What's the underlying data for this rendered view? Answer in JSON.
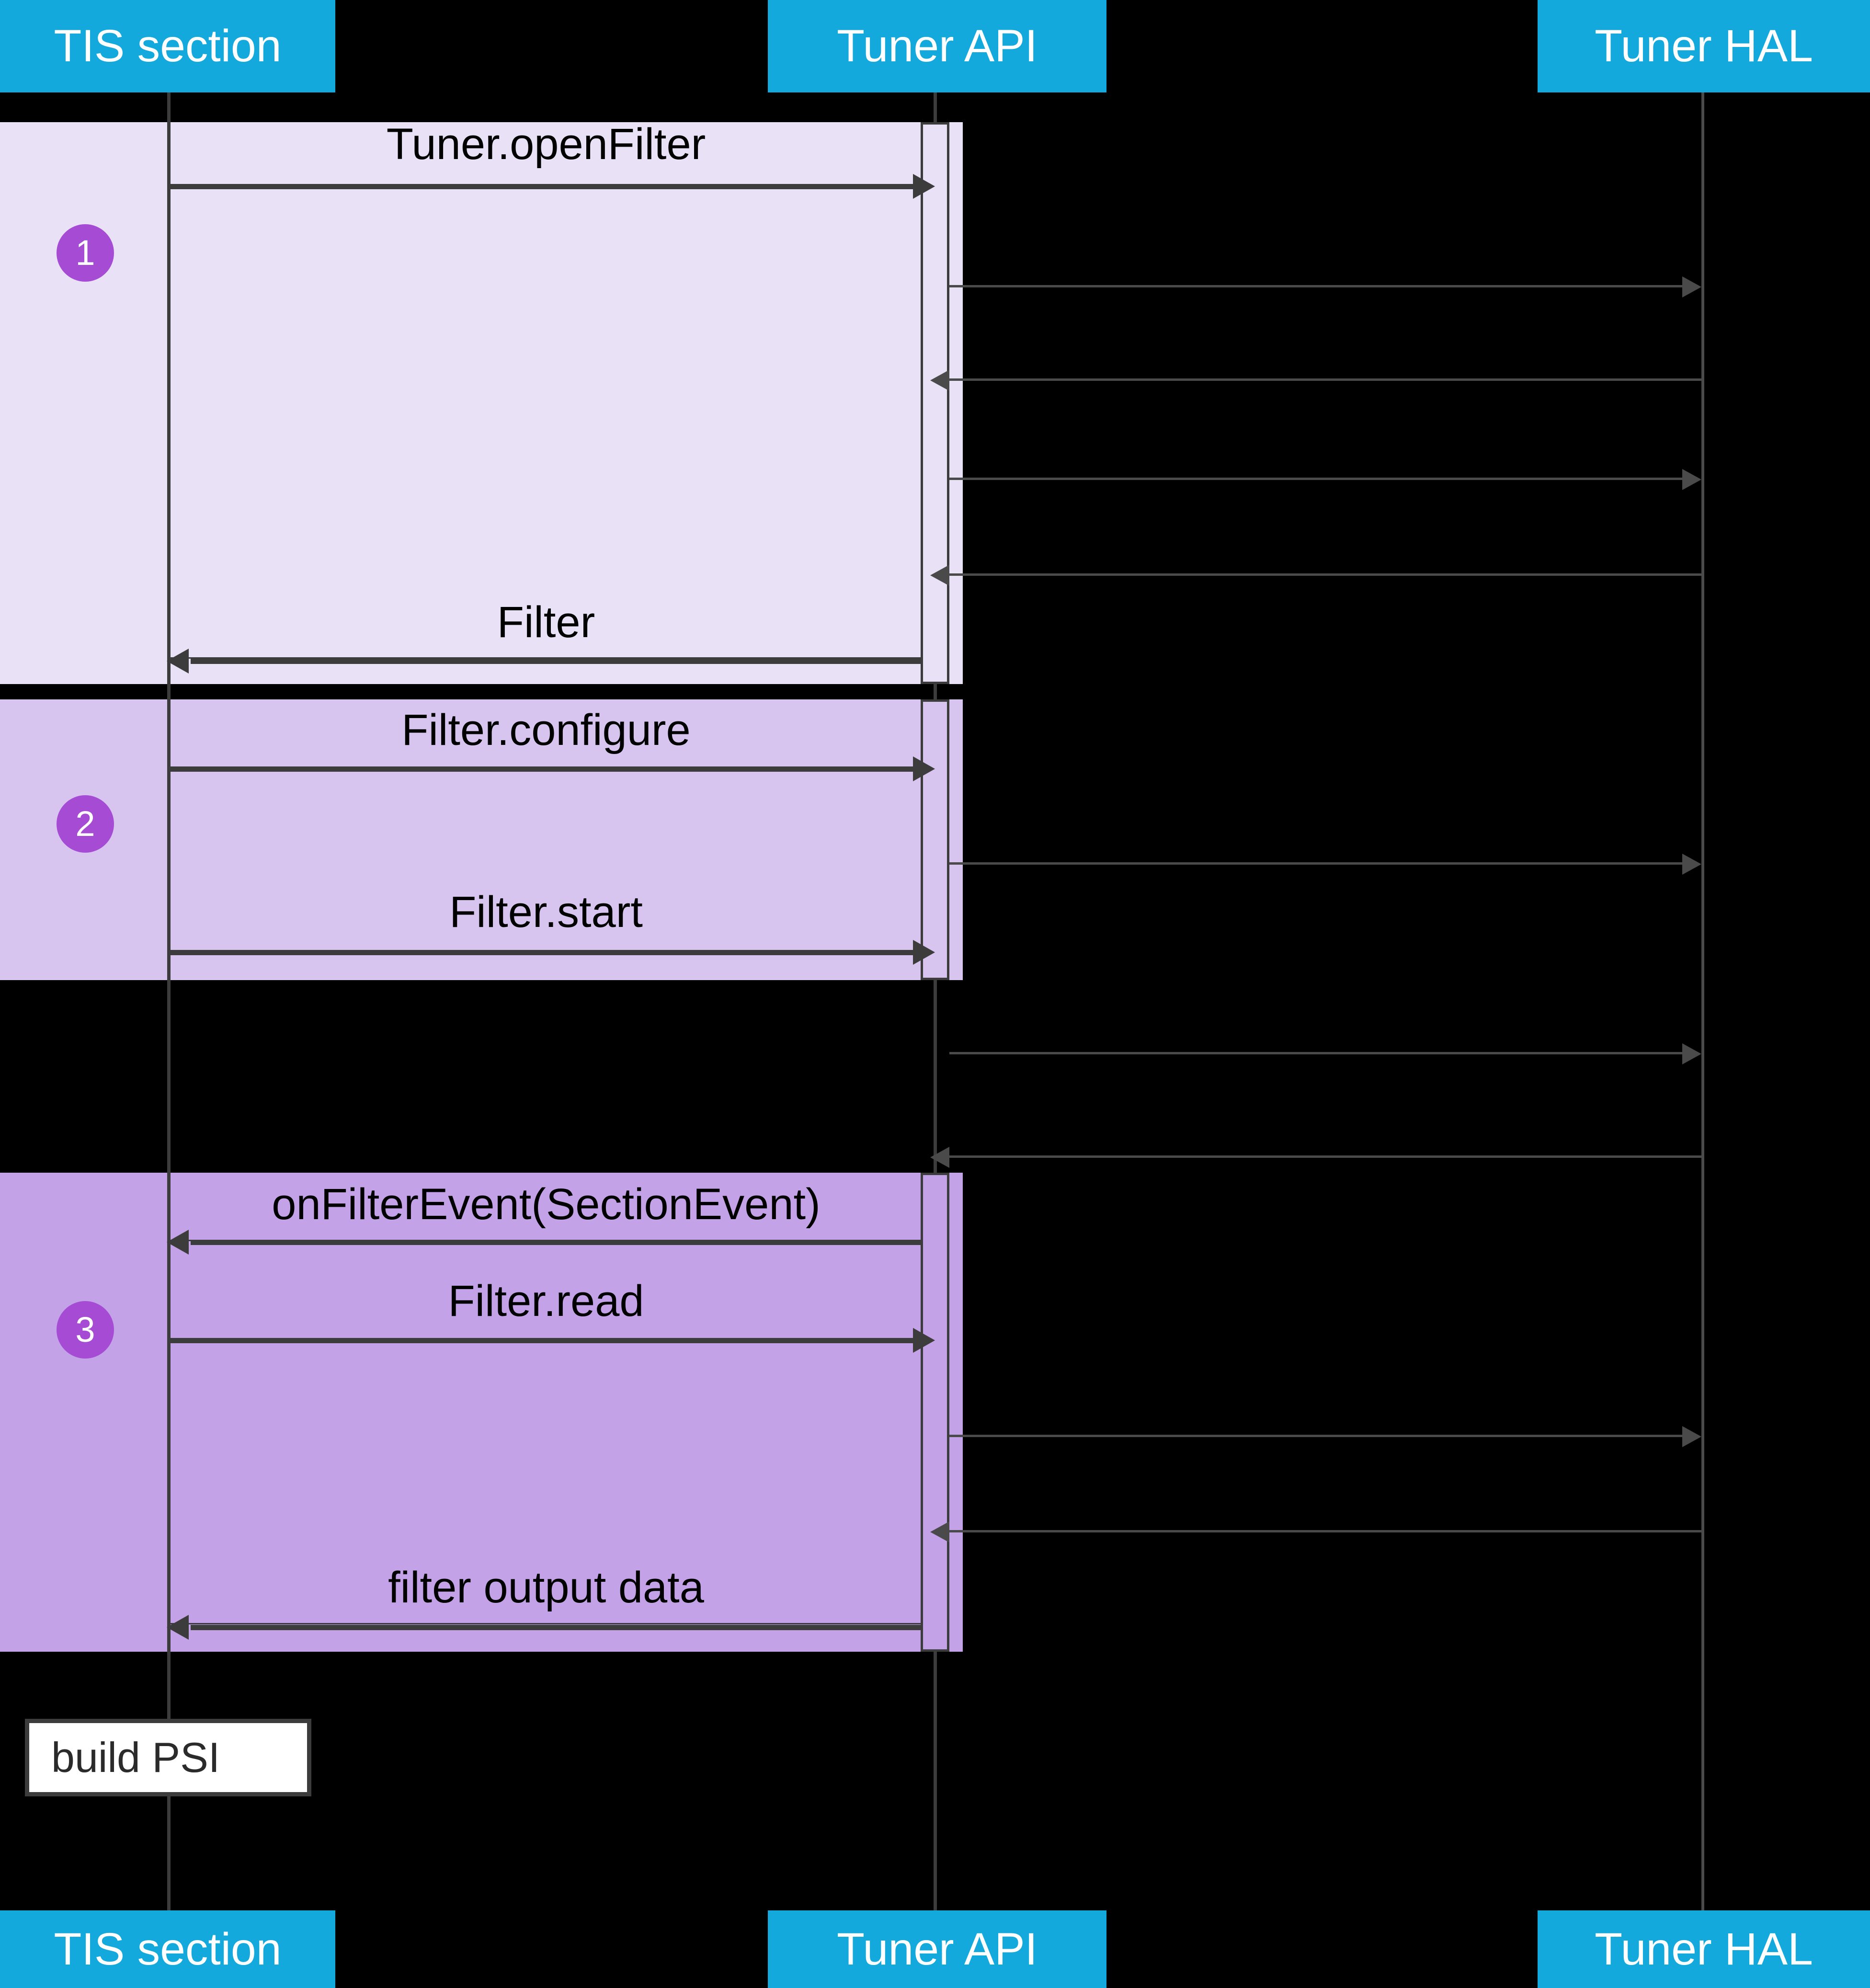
{
  "diagram": {
    "title": "Tuner Filter section sequence",
    "background_color": "#000000",
    "participant_color": "#13A9DC",
    "badge_color": "#A64BD3",
    "line_color": "#3C3C3C"
  },
  "participants": [
    {
      "id": "tis",
      "label": "TIS section"
    },
    {
      "id": "api",
      "label": "Tuner API"
    },
    {
      "id": "hal",
      "label": "Tuner HAL"
    }
  ],
  "footer_participants": [
    {
      "id": "tis",
      "label": "TIS section"
    },
    {
      "id": "api",
      "label": "Tuner API"
    },
    {
      "id": "hal",
      "label": "Tuner HAL"
    }
  ],
  "phases": [
    {
      "number": "1",
      "color": "#E9E1F5"
    },
    {
      "number": "2",
      "color": "#D7C5EF"
    },
    {
      "number": "3",
      "color": "#C3A2E8"
    }
  ],
  "messages": [
    {
      "id": "m1",
      "label": "Tuner.openFilter",
      "from": "tis",
      "to": "api",
      "direction": "right"
    },
    {
      "id": "m2",
      "label": "",
      "from": "api",
      "to": "hal",
      "direction": "right"
    },
    {
      "id": "m3",
      "label": "",
      "from": "hal",
      "to": "api",
      "direction": "left"
    },
    {
      "id": "m4",
      "label": "",
      "from": "api",
      "to": "hal",
      "direction": "right"
    },
    {
      "id": "m5",
      "label": "",
      "from": "hal",
      "to": "api",
      "direction": "left"
    },
    {
      "id": "m6",
      "label": "Filter",
      "from": "api",
      "to": "tis",
      "direction": "left"
    },
    {
      "id": "m7",
      "label": "Filter.configure",
      "from": "tis",
      "to": "api",
      "direction": "right"
    },
    {
      "id": "m8",
      "label": "",
      "from": "api",
      "to": "hal",
      "direction": "right"
    },
    {
      "id": "m9",
      "label": "Filter.start",
      "from": "tis",
      "to": "api",
      "direction": "right"
    },
    {
      "id": "m10",
      "label": "",
      "from": "api",
      "to": "hal",
      "direction": "right"
    },
    {
      "id": "m11",
      "label": "",
      "from": "hal",
      "to": "api",
      "direction": "left"
    },
    {
      "id": "m12",
      "label": "onFilterEvent(SectionEvent)",
      "from": "api",
      "to": "tis",
      "direction": "left"
    },
    {
      "id": "m13",
      "label": "Filter.read",
      "from": "tis",
      "to": "api",
      "direction": "right"
    },
    {
      "id": "m14",
      "label": "",
      "from": "api",
      "to": "hal",
      "direction": "right"
    },
    {
      "id": "m15",
      "label": "",
      "from": "hal",
      "to": "api",
      "direction": "left"
    },
    {
      "id": "m16",
      "label": "filter output data",
      "from": "api",
      "to": "tis",
      "direction": "left"
    }
  ],
  "notes": [
    {
      "id": "n1",
      "label": "build PSI",
      "on": "tis"
    }
  ]
}
